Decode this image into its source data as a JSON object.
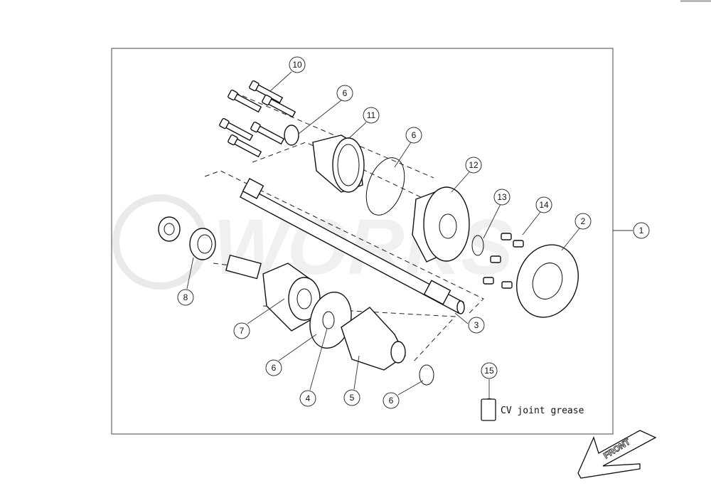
{
  "diagram": {
    "callouts": [
      {
        "id": "c10",
        "label": "10"
      },
      {
        "id": "c6a",
        "label": "6"
      },
      {
        "id": "c11",
        "label": "11"
      },
      {
        "id": "c6b",
        "label": "6"
      },
      {
        "id": "c12",
        "label": "12"
      },
      {
        "id": "c13",
        "label": "13"
      },
      {
        "id": "c14",
        "label": "14"
      },
      {
        "id": "c2",
        "label": "2"
      },
      {
        "id": "c1",
        "label": "1"
      },
      {
        "id": "c3",
        "label": "3"
      },
      {
        "id": "c8",
        "label": "8"
      },
      {
        "id": "c7",
        "label": "7"
      },
      {
        "id": "c6c",
        "label": "6"
      },
      {
        "id": "c4",
        "label": "4"
      },
      {
        "id": "c5",
        "label": "5"
      },
      {
        "id": "c6d",
        "label": "6"
      },
      {
        "id": "c15",
        "label": "15"
      }
    ],
    "legend": {
      "text": "CV joint grease"
    },
    "front_arrow": {
      "text": "FRONT"
    }
  }
}
